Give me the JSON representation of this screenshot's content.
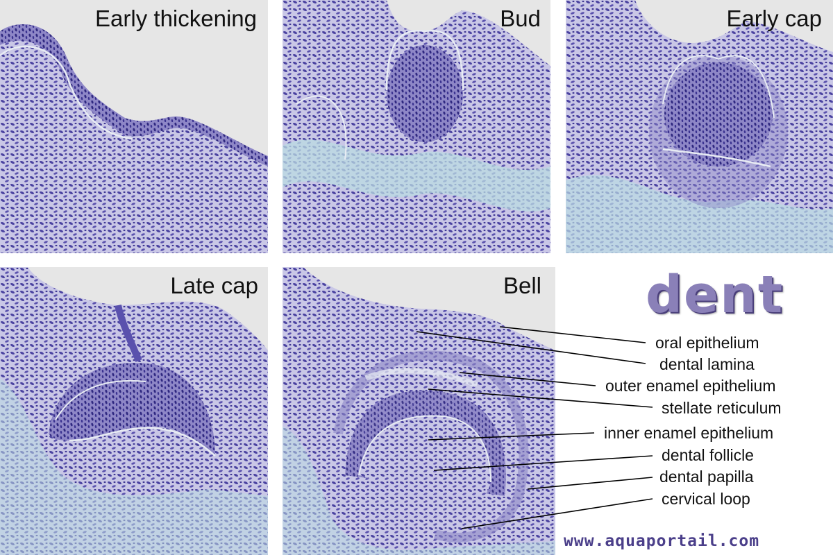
{
  "panels": [
    {
      "title": "Early thickening"
    },
    {
      "title": "Bud"
    },
    {
      "title": "Early cap"
    },
    {
      "title": "Late cap"
    },
    {
      "title": "Bell"
    }
  ],
  "brand": "dent",
  "labels": [
    "oral epithelium",
    "dental lamina",
    "outer enamel epithelium",
    "stellate reticulum",
    "inner enamel epithelium",
    "dental follicle",
    "dental papilla",
    "cervical loop"
  ],
  "website": "www.aquaportail.com",
  "colors": {
    "tissue_dense": "#3d3592",
    "tissue_mid": "#6d63b8",
    "tissue_light": "#c8c6e6",
    "mesenchyme_bg": "#b9dbe2",
    "background_grey": "#e6e6e6",
    "brand": "#8a80b8"
  }
}
